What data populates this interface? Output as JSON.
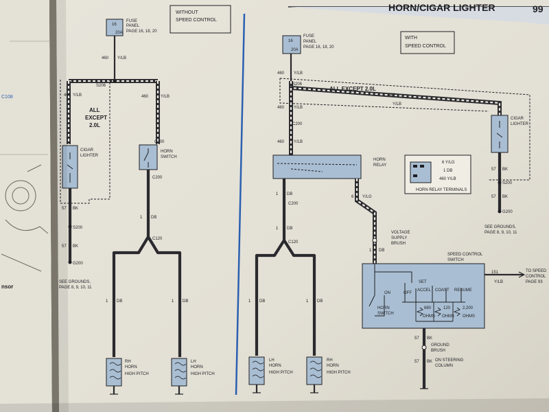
{
  "header": {
    "title": "HORN/CIGAR LIGHTER",
    "page_number": "99"
  },
  "left_page": {
    "fragment_top": "C108",
    "fragment_bottom": "nsor"
  },
  "left_diagram": {
    "variant_label_1": "WITHOUT",
    "variant_label_2": "SPEED CONTROL",
    "fuse": {
      "number": "16",
      "rating": "20A",
      "label_1": "FUSE",
      "label_2": "PANEL",
      "label_3": "PAGE 16, 18, 20"
    },
    "wire_460_top": "460",
    "wire_ylb_top": "Y/LB",
    "splice": "S206",
    "wire_460_left": "460",
    "wire_ylb_left": "Y/LB",
    "wire_460_right": "460",
    "wire_ylb_right": "Y/LB",
    "all_except_1": "ALL",
    "all_except_2": "EXCEPT",
    "all_except_3": "2.0L",
    "cigar_lighter_1": "CIGAR",
    "cigar_lighter_2": "LIGHTER",
    "horn_switch_1": "HORN",
    "horn_switch_2": "SWITCH",
    "c200_top": "C200",
    "c200_bottom": "C200",
    "wire_57_1": "57",
    "wire_bk_1": "BK",
    "s200": "S200",
    "wire_57_2": "57",
    "wire_bk_2": "BK",
    "g200": "G200",
    "see_grounds_1": "SEE GROUNDS,",
    "see_grounds_2": "PAGE 8, 9, 10, 11",
    "wire_1_db_mid": "1",
    "db_mid": "DB",
    "c120": "C120",
    "wire_1_db_left": "1",
    "db_left": "DB",
    "wire_1_db_right": "1",
    "db_right": "DB",
    "rh_horn_1": "RH",
    "rh_horn_2": "HORN",
    "rh_horn_3": "HIGH PITCH",
    "lh_horn_1": "LH",
    "lh_horn_2": "HORN",
    "lh_horn_3": "HIGH PITCH"
  },
  "right_diagram": {
    "variant_label_1": "WITH",
    "variant_label_2": "SPEED CONTROL",
    "fuse": {
      "number": "16",
      "rating": "20A",
      "label_1": "FUSE",
      "label_2": "PANEL",
      "label_3": "PAGE 16, 18, 20"
    },
    "wire_460_a": "460",
    "wire_ylb_a": "Y/LB",
    "splice": "S206",
    "all_except": "ALL EXCEPT 2.0L",
    "wire_460_b": "460",
    "wire_ylb_b": "Y/LB",
    "wire_460_c": "460",
    "wire_ylb_c": "Y/LB",
    "c200": "C200",
    "wire_460_d": "460",
    "wire_ylb_d": "Y/LB",
    "horn_relay_1": "HORN",
    "horn_relay_2": "RELAY",
    "terminals": {
      "t1": "6 Y/LG",
      "t2": "1 DB",
      "t3": "460 Y/LB",
      "caption": "HORN RELAY TERMINALS"
    },
    "cigar_lighter_1": "CIGAR",
    "cigar_lighter_2": "LIGHTER",
    "wire_57_a": "57",
    "wire_bk_a": "BK",
    "s200": "S200",
    "wire_57_b": "57",
    "wire_bk_b": "BK",
    "g200": "G200",
    "see_grounds_1": "SEE GROUNDS,",
    "see_grounds_2": "PAGE 8, 9, 10, 11",
    "wire_1_db_a": "1",
    "db_a": "DB",
    "c200_b": "C200",
    "wire_6_ylg": "6",
    "ylg": "Y/LG",
    "wire_1_db_b": "1",
    "db_b": "DB",
    "c120": "C120",
    "voltage_supply_1": "VOLTAGE",
    "voltage_supply_2": "SUPPLY",
    "voltage_supply_3": "BRUSH",
    "wire_1_db_c": "1",
    "db_c": "DB",
    "speed_control_1": "SPEED CONTROL",
    "speed_control_2": "SWITCH",
    "wire_151": "151",
    "wire_ylb_sc": "Y/LB",
    "to_speed_1": "TO SPEED",
    "to_speed_2": "CONTROL",
    "to_speed_3": "PAGE 93",
    "sw_on": "ON",
    "sw_off": "OFF",
    "sw_set": "SET",
    "sw_accel": "ACCEL",
    "sw_coast": "COAST",
    "sw_resume": "RESUME",
    "r1": "680",
    "r1u": "OHMS",
    "r2": "120",
    "r2u": "OHMS",
    "r3": "2,200",
    "r3u": "OHMS",
    "horn_switch_1": "HORN",
    "horn_switch_2": "SWITCH",
    "wire_57_c": "57",
    "wire_bk_c": "BK",
    "ground_brush_1": "GROUND",
    "ground_brush_2": "BRUSH",
    "wire_57_d": "57",
    "wire_bk_d": "BK",
    "steering_1": "ON STEERING",
    "steering_2": "COLUMN",
    "wire_1_db_l": "1",
    "db_l": "DB",
    "wire_1_db_r": "1",
    "db_r": "DB",
    "lh_horn_1": "LH",
    "lh_horn_2": "HORN",
    "lh_horn_3": "HIGH PITCH",
    "rh_horn_1": "RH",
    "rh_horn_2": "HORN",
    "rh_horn_3": "HIGH PITCH"
  },
  "colors": {
    "page": "#e9e6dc",
    "component_fill": "#a9bed2",
    "wire": "#2a2a2e",
    "accent_blue": "#2a5fb0",
    "book_shadow": "#2e2b26"
  }
}
